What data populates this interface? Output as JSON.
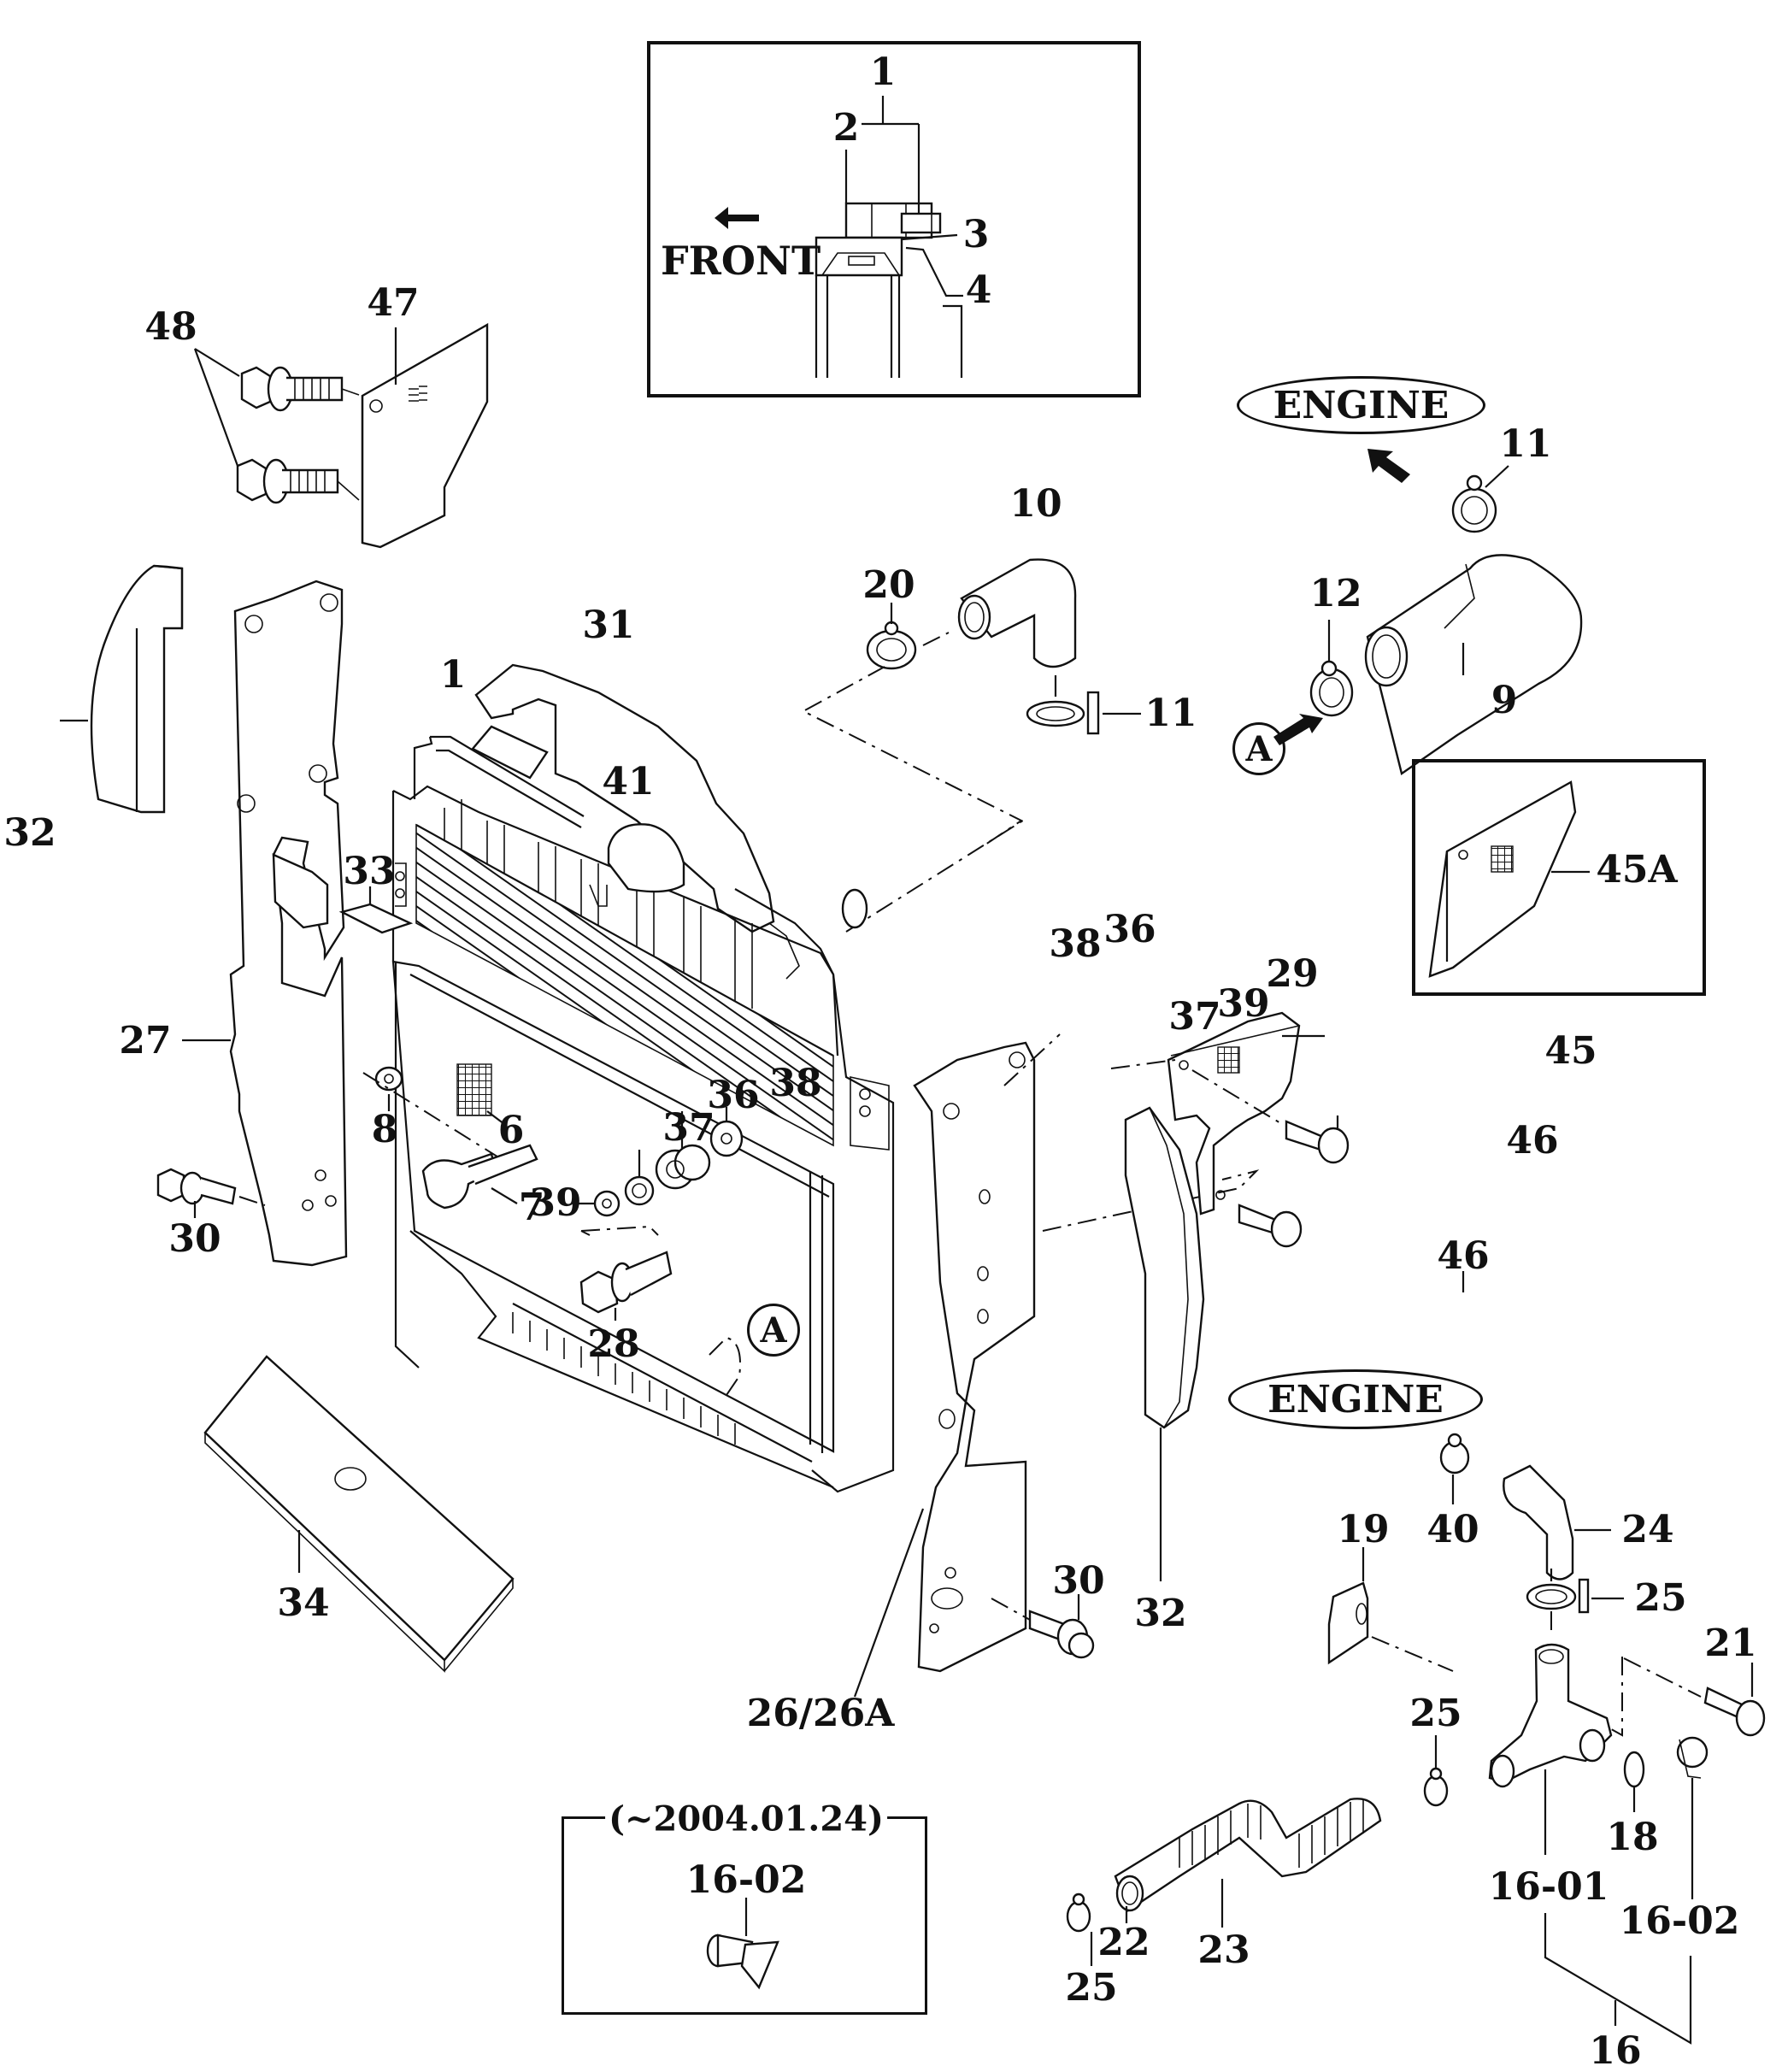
{
  "diagram": {
    "type": "exploded parts diagram",
    "subject": "Radiator assembly",
    "direction_label": "FRONT",
    "engine_tags": [
      "ENGINE",
      "ENGINE"
    ],
    "reference_marks": [
      "A",
      "A"
    ],
    "inset_top": {
      "labels": [
        "1",
        "2",
        "3",
        "4"
      ],
      "note": "FRONT"
    },
    "inset_45A": {
      "label": "45A"
    },
    "inset_date": {
      "range": "(~2004.01.24)",
      "label": "16-02"
    },
    "callouts": [
      {
        "id": "c48",
        "text": "48"
      },
      {
        "id": "c47",
        "text": "47"
      },
      {
        "id": "c11a",
        "text": "11"
      },
      {
        "id": "c10",
        "text": "10"
      },
      {
        "id": "c20",
        "text": "20"
      },
      {
        "id": "c12",
        "text": "12"
      },
      {
        "id": "c11b",
        "text": "11"
      },
      {
        "id": "c9",
        "text": "9"
      },
      {
        "id": "c31",
        "text": "31"
      },
      {
        "id": "c1",
        "text": "1"
      },
      {
        "id": "c41",
        "text": "41"
      },
      {
        "id": "c32a",
        "text": "32"
      },
      {
        "id": "c33",
        "text": "33"
      },
      {
        "id": "c38a",
        "text": "38"
      },
      {
        "id": "c36a",
        "text": "36"
      },
      {
        "id": "c29",
        "text": "29"
      },
      {
        "id": "c37a",
        "text": "37"
      },
      {
        "id": "c39a",
        "text": "39"
      },
      {
        "id": "c27",
        "text": "27"
      },
      {
        "id": "c45",
        "text": "45"
      },
      {
        "id": "c38b",
        "text": "38"
      },
      {
        "id": "c36b",
        "text": "36"
      },
      {
        "id": "c37b",
        "text": "37"
      },
      {
        "id": "c8",
        "text": "8"
      },
      {
        "id": "c6",
        "text": "6"
      },
      {
        "id": "c46a",
        "text": "46"
      },
      {
        "id": "c39b",
        "text": "39"
      },
      {
        "id": "c7",
        "text": "7"
      },
      {
        "id": "c30a",
        "text": "30"
      },
      {
        "id": "c46b",
        "text": "46"
      },
      {
        "id": "c28",
        "text": "28"
      },
      {
        "id": "c24",
        "text": "24"
      },
      {
        "id": "c40",
        "text": "40"
      },
      {
        "id": "c19",
        "text": "19"
      },
      {
        "id": "c32b",
        "text": "32"
      },
      {
        "id": "c30b",
        "text": "30"
      },
      {
        "id": "c25a",
        "text": "25"
      },
      {
        "id": "c21",
        "text": "21"
      },
      {
        "id": "c34",
        "text": "34"
      },
      {
        "id": "c26",
        "text": "26/26A"
      },
      {
        "id": "c25b",
        "text": "25"
      },
      {
        "id": "c18",
        "text": "18"
      },
      {
        "id": "c1601",
        "text": "16-01"
      },
      {
        "id": "c1602",
        "text": "16-02"
      },
      {
        "id": "c22",
        "text": "22"
      },
      {
        "id": "c23",
        "text": "23"
      },
      {
        "id": "c25c",
        "text": "25"
      },
      {
        "id": "c16",
        "text": "16"
      }
    ]
  }
}
